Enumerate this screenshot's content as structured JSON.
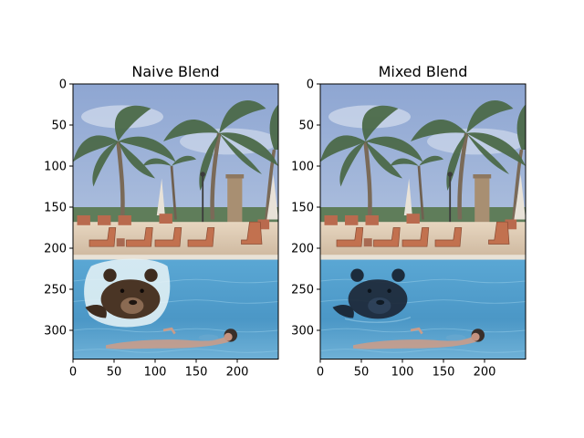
{
  "chart_data": [
    {
      "type": "image",
      "title": "Naive Blend",
      "xlim": [
        0,
        250
      ],
      "ylim": [
        335,
        0
      ],
      "xticks": [
        0,
        50,
        100,
        150,
        200
      ],
      "yticks": [
        0,
        50,
        100,
        150,
        200,
        250,
        300
      ],
      "image_content": "pool scene with palm trees, lounge chairs, swimmer, bear head pasted with light rectangular halo"
    },
    {
      "type": "image",
      "title": "Mixed Blend",
      "xlim": [
        0,
        250
      ],
      "ylim": [
        335,
        0
      ],
      "xticks": [
        0,
        50,
        100,
        150,
        200
      ],
      "yticks": [
        0,
        50,
        100,
        150,
        200,
        250,
        300
      ],
      "image_content": "pool scene with palm trees, lounge chairs, swimmer, dark bear head blended into water"
    }
  ],
  "colors": {
    "sky": "#9fb2d6",
    "water": "#4f9ccc",
    "deck": "#d9c9b3",
    "palm_leaf": "#4c6a49",
    "chair": "#b96a4e"
  }
}
